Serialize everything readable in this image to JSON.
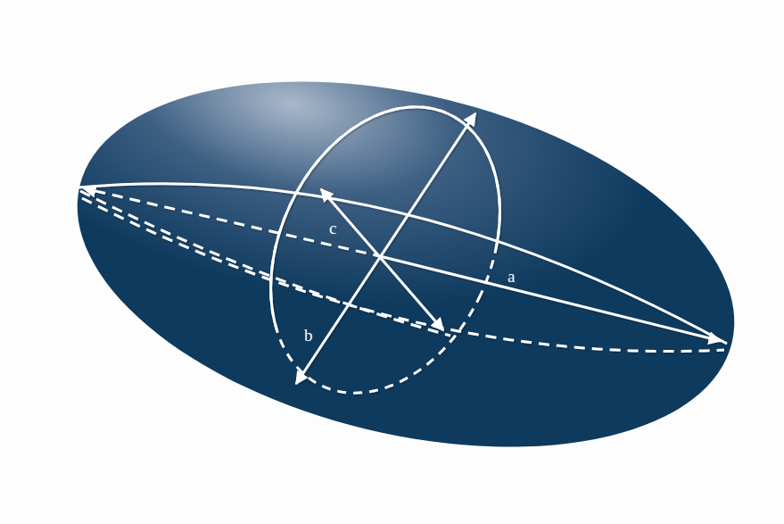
{
  "diagram": {
    "labels": [
      "c",
      "b",
      "a"
    ]
  }
}
